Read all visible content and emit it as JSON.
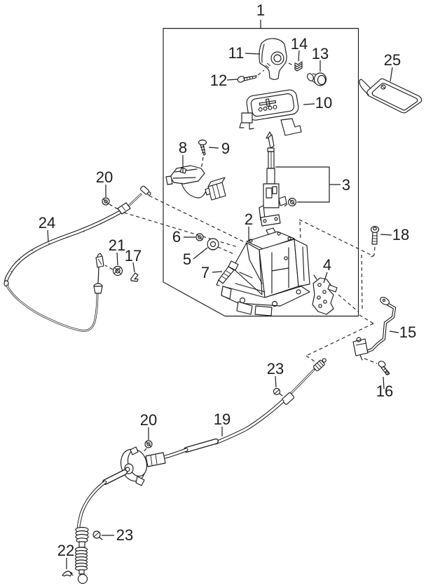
{
  "figure": {
    "type": "exploded-parts-diagram",
    "background": "#ffffff",
    "line_color": "#1c1c1c"
  },
  "callouts": {
    "c1": "1",
    "c2": "2",
    "c3": "3",
    "c4": "4",
    "c5": "5",
    "c6": "6",
    "c7": "7",
    "c8": "8",
    "c9": "9",
    "c10": "10",
    "c11": "11",
    "c12": "12",
    "c13": "13",
    "c14": "14",
    "c15": "15",
    "c16": "16",
    "c17": "17",
    "c18": "18",
    "c19": "19",
    "c20a": "20",
    "c20b": "20",
    "c21": "21",
    "c22": "22",
    "c23a": "23",
    "c23b": "23",
    "c24": "24",
    "c25": "25"
  }
}
